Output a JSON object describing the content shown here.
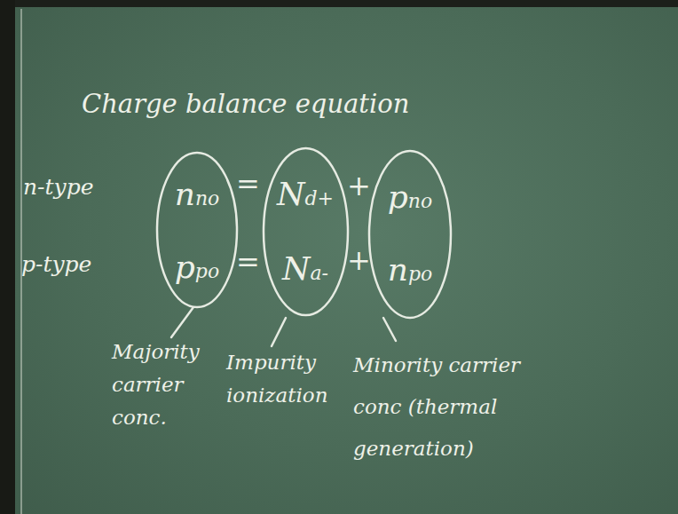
{
  "diagram": {
    "title": "Charge balance equation",
    "nodes": [
      {
        "text": [
          "nno",
          "ppo"
        ]
      },
      {
        "text": [
          "Nd+",
          "Na-"
        ]
      },
      {
        "text": [
          "pno",
          "npo"
        ]
      }
    ],
    "labels": [
      "n-type",
      "p-type",
      "=",
      "=",
      "+",
      "+",
      "Majority carrier conc.",
      "Impurity ionization",
      "Minority carrier conc (thermal generation)"
    ]
  }
}
